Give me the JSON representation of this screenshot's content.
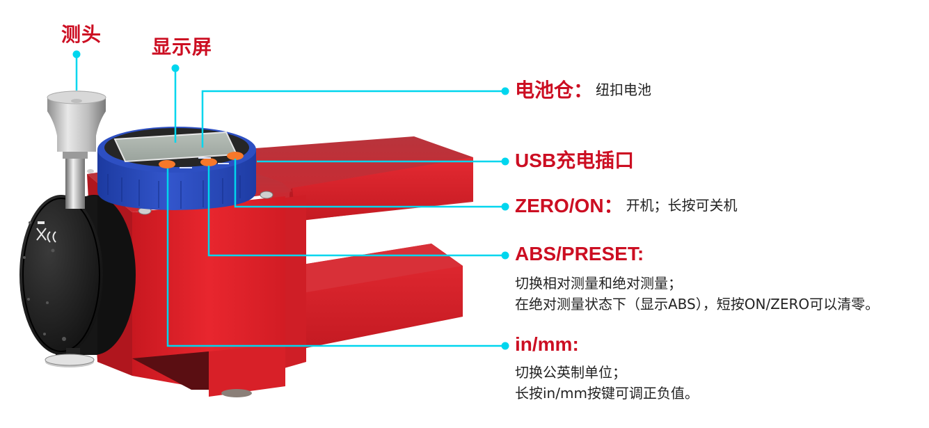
{
  "colors": {
    "accent_red": "#cc0e22",
    "connector_cyan": "#00d6ee",
    "body_text": "#222222",
    "product_red": "#e0202a",
    "dial_blue": "#2a4fc4",
    "button_orange": "#f7782a"
  },
  "top_labels": {
    "probe": "测头",
    "display": "显示屏"
  },
  "callouts": [
    {
      "id": "battery",
      "title": "电池仓：",
      "inline": "纽扣电池",
      "lines": []
    },
    {
      "id": "usb",
      "title": "USB充电插口",
      "inline": "",
      "lines": []
    },
    {
      "id": "zero-on",
      "title": "ZERO/ON：",
      "inline": "开机；长按可关机",
      "lines": []
    },
    {
      "id": "abs-preset",
      "title": "ABS/PRESET:",
      "inline": "",
      "lines": [
        "切换相对测量和绝对测量；",
        "在绝对测量状态下（显示ABS），短按ON/ZERO可以清零。"
      ]
    },
    {
      "id": "in-mm",
      "title": "in/mm:",
      "inline": "",
      "lines": [
        "切换公英制单位；",
        "长按in/mm按键可调正负值。"
      ]
    }
  ],
  "icons": {
    "connector_dot": "cyan-dot",
    "back_cover_marks": "weee-bin-and-ce-mark"
  }
}
